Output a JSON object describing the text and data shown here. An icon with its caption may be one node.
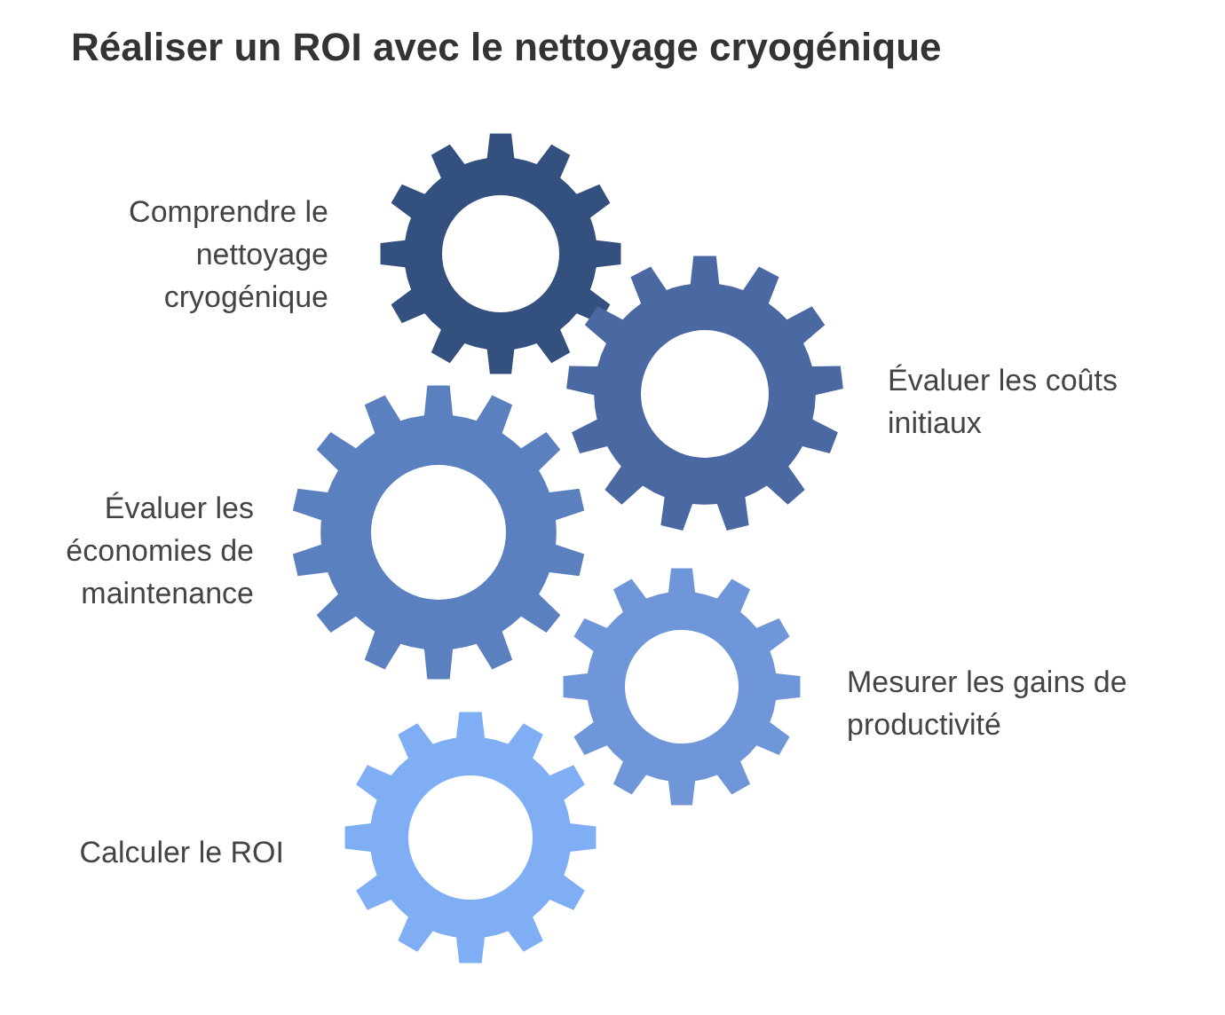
{
  "diagram": {
    "title": "Réaliser un ROI avec le nettoyage cryogénique",
    "nodes": [
      {
        "text": [],
        "shape": "gear",
        "beside": [
          "Comprendre le nettoyage cryogénique"
        ]
      },
      {
        "text": [],
        "shape": "gear",
        "beside": [
          "Évaluer les coûts initiaux"
        ]
      },
      {
        "text": [],
        "shape": "gear",
        "beside": [
          "Évaluer les économies de maintenance"
        ]
      },
      {
        "text": [],
        "shape": "gear",
        "beside": [
          "Mesurer les gains de productivité"
        ]
      },
      {
        "text": [],
        "shape": "gear",
        "beside": [
          "Calculer le ROI"
        ]
      }
    ]
  }
}
